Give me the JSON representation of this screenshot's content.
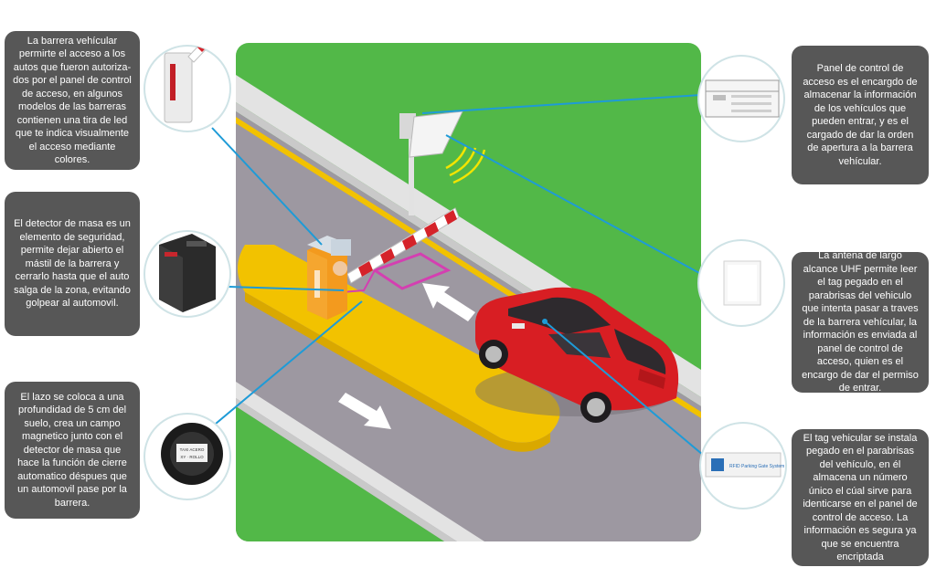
{
  "callouts": {
    "barrier": "La barrera vehícular permirte el acceso a los autos que fueron autoriza­dos por el panel de control de acceso, en algunos modelos de las barreras contienen una tira de led que te indica visualmente el acceso mediante colores.",
    "detector": "El detector de masa es un elemento de seguridad, permite dejar abierto el mástil de la barrera y cerrarlo hasta que el auto salga de la zona, evitando golpear al automovil.",
    "loop": "El lazo se coloca a una profundidad de 5 cm del suelo, crea un campo magnetico junto con el detector de masa que hace la función de cierre automatico déspues que un automovil pase por la barrera.",
    "panel": "Panel de control de acceso es el encargdo de almacenar la información de los vehículos que pueden entrar, y es el cargado de dar la orden de apertura a la barrera vehícular.",
    "antenna": "La antena de largo alcance UHF permite leer el tag pegado en el parabrisas del vehiculo que intenta pasar a traves de la barrera vehícular, la información es enviada al panel de control de acceso, quien es el encargo de dar el permiso de entrar.",
    "tag": "El tag vehicular se instala pegado en el parabrisas del vehículo, en él almacena un número único el cúal sirve para identicarse en el panel de control de acceso. La información es segura ya que se encuentra encriptada"
  },
  "product_labels": {
    "tag_card": "RFID Parking Gate System",
    "loop_label_1": "TAXI ACERO",
    "loop_label_2": "XY · ROLLO"
  },
  "colors": {
    "callout_bg": "#575757",
    "connector": "#1e9bd7",
    "grass": "#52b848",
    "road": "#9d98a1",
    "barrier_yellow": "#f2c200",
    "car_red": "#d81e23",
    "loop_magenta": "#d43fb1"
  }
}
